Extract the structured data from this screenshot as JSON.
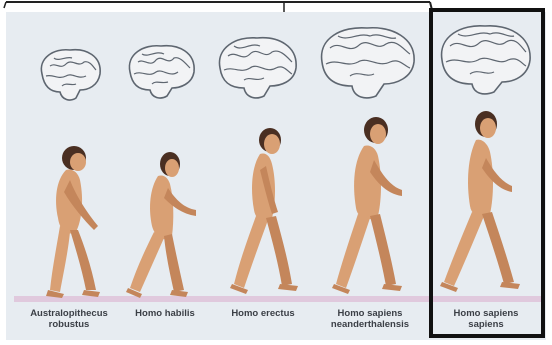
{
  "stages": [
    {
      "label": "Australopithecus\nrobustus"
    },
    {
      "label": "Homo habilis"
    },
    {
      "label": "Homo erectus"
    },
    {
      "label": "Homo sapiens\nneanderthalensis"
    },
    {
      "label": "Homo sapiens\nsapiens"
    }
  ],
  "colors": {
    "background": "#e7ecf1",
    "brain_fill": "#f2f3f5",
    "brain_line": "#5e6670",
    "skin": "#d9a074",
    "skin_shadow": "#c4865b",
    "hair": "#4a2f22",
    "ground": "#e0c9dd",
    "highlight_frame": "#111111"
  }
}
